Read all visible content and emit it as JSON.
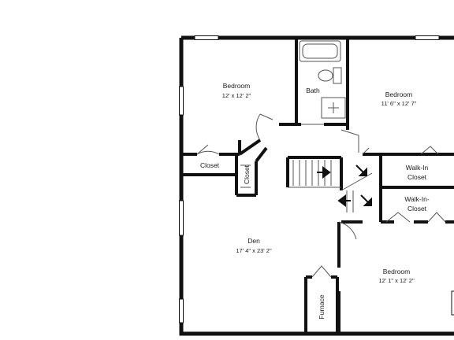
{
  "rooms": {
    "bedroom_nw": {
      "name": "Bedroom",
      "dims": "12' x 12' 2\""
    },
    "bath": {
      "name": "Bath"
    },
    "bedroom_ne": {
      "name": "Bedroom",
      "dims": "11' 6\" x 12' 7\""
    },
    "closet_left": {
      "name": "Closet"
    },
    "closet_center": {
      "name": "Closet"
    },
    "walkin_1": {
      "line1": "Walk-In",
      "line2": "Closet"
    },
    "walkin_2": {
      "line1": "Walk-In-",
      "line2": "Closet"
    },
    "den": {
      "name": "Den",
      "dims": "17' 4\" x 23' 2\""
    },
    "bedroom_se": {
      "name": "Bedroom",
      "dims": "12' 1\" x 12' 2\""
    },
    "furnace": {
      "name": "Furnace"
    }
  },
  "colors": {
    "wall": "#111111",
    "fixture": "#555555",
    "window": "#ffffff"
  },
  "icons": [
    "stair-arrow-icon",
    "door-swing-icon",
    "toilet-icon",
    "bathtub-icon",
    "sink-icon"
  ]
}
